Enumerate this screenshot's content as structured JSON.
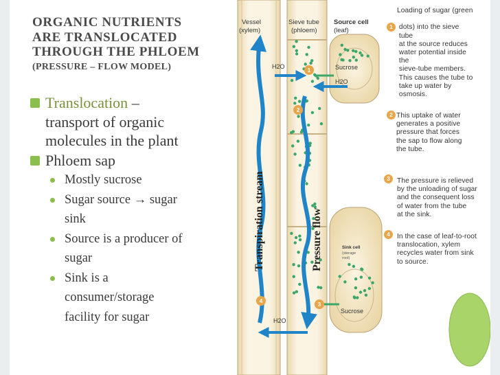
{
  "slide": {
    "title_line1": "ORGANIC NUTRIENTS",
    "title_line2": "ARE TRANSLOCATED",
    "title_line3": "THROUGH THE PHLOEM",
    "title_sub": "(PRESSURE – FLOW MODEL)",
    "bullets": [
      {
        "term": "Translocation",
        "rest1": " –",
        "line2": "transport of organic",
        "line3": "molecules in the plant"
      },
      {
        "text": "Phloem sap"
      }
    ],
    "sub_bullets": [
      {
        "lines": [
          "Mostly sucrose"
        ]
      },
      {
        "lines": [
          "Sugar source → sugar",
          "sink"
        ]
      },
      {
        "lines": [
          "Source is a producer of",
          "sugar"
        ]
      },
      {
        "lines": [
          "Sink is a",
          "consumer/storage",
          "facility for sugar"
        ]
      }
    ],
    "accent_color": "#8bbf4b"
  },
  "diagram": {
    "vessel_label": [
      "Vessel",
      "(xylem)"
    ],
    "sieve_label": [
      "Sieve tube",
      "(phloem)"
    ],
    "source_label": [
      "Source cell",
      "(leaf)"
    ],
    "sink_label": [
      "Sink cell",
      "(storage",
      "root)"
    ],
    "transpiration": "Transpiration stream",
    "pressure": "Pressure flow",
    "sucrose_top": "Sucrose",
    "sucrose_bottom": "Sucrose",
    "h2o_left_top": "H2O",
    "h2o_right_top": "H2O",
    "h2o_bottom": "H2O",
    "step_numbers": {
      "one_a": "1",
      "one_b": "1",
      "two_a": "2",
      "two_b": "2",
      "three_a": "3",
      "three_b": "3",
      "four_a": "4",
      "four_b": "4"
    },
    "colors": {
      "arrow_blue": "#1f84c8",
      "step_orange": "#e9a54a",
      "sugar_green": "#3aa66a",
      "tube_fill": "#f6ecd2",
      "tube_edge": "#b9a275"
    }
  },
  "notes": {
    "n1": "Loading of sugar (green\n\n dots) into the sieve\n tube\n at the source reduces\n water potential inside\n the\n sieve-tube members.\n This causes the tube to\n take up water by\n osmosis.",
    "n2": "This uptake of water\ngenerates a positive\npressure that forces\nthe sap to flow along\nthe tube.",
    "n3": "The pressure is relieved\nby the unloading of sugar\nand the consequent loss\nof water from the tube\nat the sink.",
    "n4": "In the case of leaf-to-root\ntranslocation, xylem\nrecycles water from sink\nto source."
  },
  "decor": {
    "circle_color": "#a9d46a"
  }
}
